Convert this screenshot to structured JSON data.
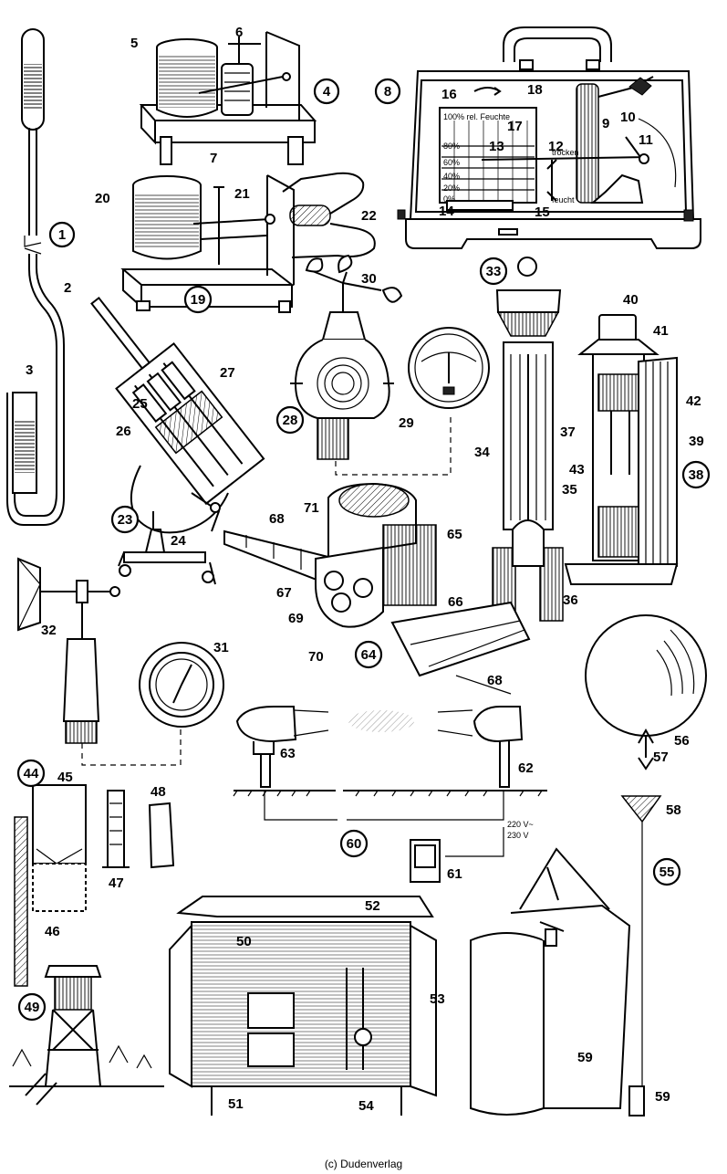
{
  "credit": "(c) Dudenverlag",
  "labels": {
    "n1": "1",
    "n2": "2",
    "n3": "3",
    "n4": "4",
    "n5": "5",
    "n6": "6",
    "n7": "7",
    "n8": "8",
    "n9": "9",
    "n10": "10",
    "n11": "11",
    "n12": "12",
    "n13": "13",
    "n14": "14",
    "n15": "15",
    "n16": "16",
    "n17": "17",
    "n18": "18",
    "n19": "19",
    "n20": "20",
    "n21": "21",
    "n22": "22",
    "n23": "23",
    "n24": "24",
    "n25": "25",
    "n26": "26",
    "n27": "27",
    "n28": "28",
    "n29": "29",
    "n30": "30",
    "n31": "31",
    "n32": "32",
    "n33": "33",
    "n34": "34",
    "n35": "35",
    "n36": "36",
    "n37": "37",
    "n38": "38",
    "n39": "39",
    "n40": "40",
    "n41": "41",
    "n42": "42",
    "n43": "43",
    "n44": "44",
    "n45": "45",
    "n46": "46",
    "n47": "47",
    "n48": "48",
    "n49": "49",
    "n50": "50",
    "n51": "51",
    "n52": "52",
    "n53": "53",
    "n54": "54",
    "n55": "55",
    "n56": "56",
    "n57": "57",
    "n58": "58",
    "n59a": "59",
    "n59b": "59",
    "n60": "60",
    "n61": "61",
    "n62": "62",
    "n63": "63",
    "n64": "64",
    "n65": "65",
    "n66": "66",
    "n67": "67",
    "n68a": "68",
    "n68b": "68",
    "n69": "69",
    "n70": "70",
    "n71": "71"
  },
  "hygrograph_chart": {
    "header": "100% rel. Feuchte",
    "ticks": [
      "80%",
      "60%",
      "40%",
      "20%",
      "0%"
    ],
    "side_top": "trocken",
    "side_bottom": "feucht"
  },
  "power_labels": [
    "220 V~",
    "230 V"
  ]
}
